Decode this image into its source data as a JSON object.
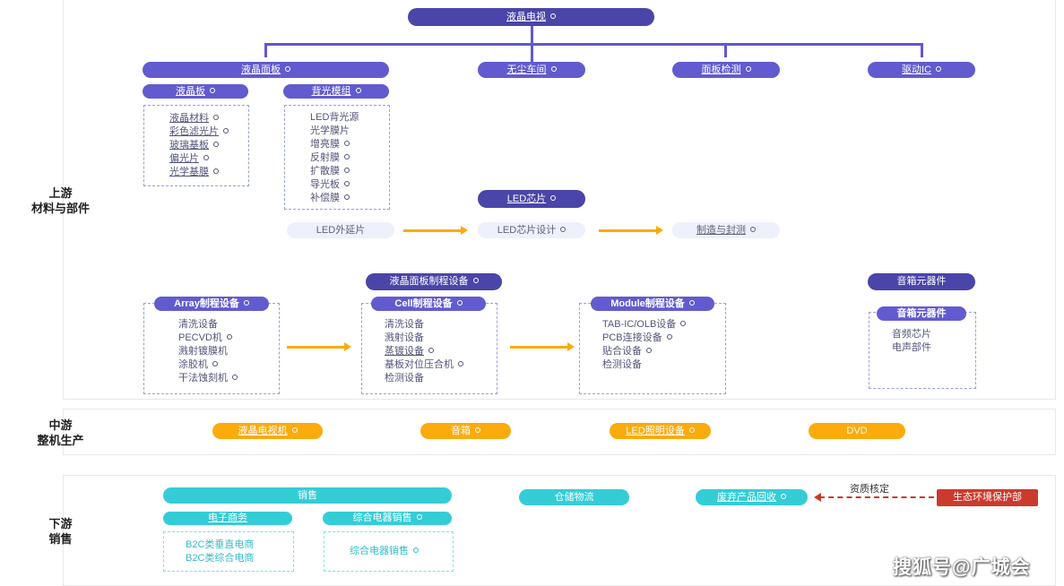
{
  "sections": {
    "upstream": [
      "上游",
      "材料与部件"
    ],
    "midstream": [
      "中游",
      "整机生产"
    ],
    "downstream": [
      "下游",
      "销售"
    ]
  },
  "root": "液晶电视",
  "level1": [
    "液晶面板",
    "无尘车间",
    "面板检测",
    "驱动IC"
  ],
  "lcd_board": {
    "title": "液晶板",
    "items": [
      "液晶材料",
      "彩色滤光片",
      "玻璃基板",
      "偏光片",
      "光学基膜"
    ]
  },
  "backlight": {
    "title": "背光模组",
    "items": [
      "LED背光源",
      "光学膜片",
      "增亮膜",
      "反射膜",
      "扩散膜",
      "导光板",
      "补偿膜"
    ]
  },
  "led_chip": {
    "title": "LED芯片",
    "flow": [
      "LED外延片",
      "LED芯片设计",
      "制造与封测"
    ]
  },
  "equipment": {
    "title": "液晶面板制程设备",
    "array": {
      "title": "Array制程设备",
      "items": [
        "清洗设备",
        "PECVD机",
        "溅射镀膜机",
        "涂胶机",
        "干法蚀刻机"
      ]
    },
    "cell": {
      "title": "Cell制程设备",
      "items": [
        "清洗设备",
        "溅射设备",
        "蒸镀设备",
        "基板对位压合机",
        "检测设备"
      ]
    },
    "module": {
      "title": "Module制程设备",
      "items": [
        "TAB-IC/OLB设备",
        "PCB连接设备",
        "贴合设备",
        "检测设备"
      ]
    }
  },
  "speaker": {
    "title": "音箱元器件",
    "sub_title": "音箱元器件",
    "items": [
      "音频芯片",
      "电声部件"
    ]
  },
  "midstream_items": [
    "液晶电视机",
    "音箱",
    "LED照明设备",
    "DVD"
  ],
  "downstream": {
    "sales": "销售",
    "ecommerce": {
      "title": "电子商务",
      "items": [
        "B2C类垂直电商",
        "B2C类综合电商"
      ]
    },
    "appliance": {
      "title": "综合电器销售",
      "items": [
        "综合电器销售"
      ]
    },
    "logistics": "仓储物流",
    "recycle": "废弃产品回收",
    "qualification": "资质核定",
    "eco_dept": "生态环境保护部"
  },
  "watermark": "搜狐号@广城会",
  "colors": {
    "purple": "#625bd0",
    "purple_dark": "#4a45a8",
    "orange": "#fbab0c",
    "teal": "#34cdd6",
    "red": "#cb3a2c"
  }
}
